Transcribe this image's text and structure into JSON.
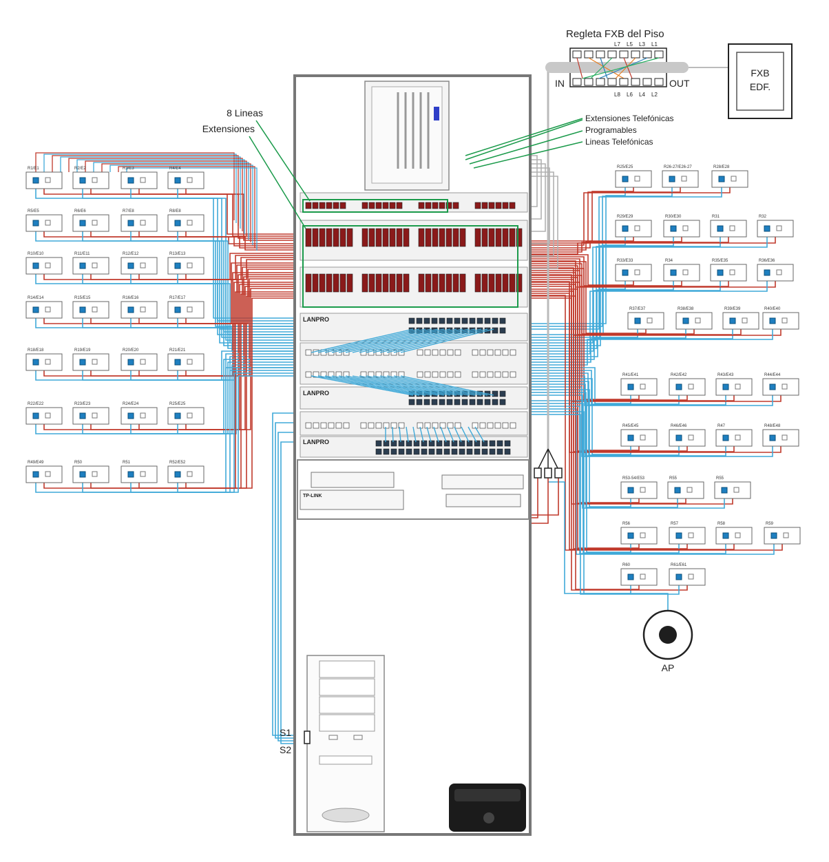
{
  "fxb_strip": {
    "title": "Regleta FXB del Piso",
    "in_label": "IN",
    "out_label": "OUT",
    "top_labels": [
      "L7",
      "L5",
      "L3",
      "L1"
    ],
    "bottom_labels": [
      "L8",
      "L6",
      "L4",
      "L2"
    ]
  },
  "fxb_box": {
    "line1": "FXB",
    "line2": "EDF."
  },
  "annotations": {
    "left_line1": "8 Lineas",
    "left_line2": "Extensiones",
    "right_line1": "Extensiones Telefónicas",
    "right_line2": "Programables",
    "right_line3": "Lineas Telefónicas"
  },
  "brand": "LANPRO",
  "switch_brand": "TP-LINK",
  "server_ports": [
    "S1",
    "S2"
  ],
  "ap_label": "AP",
  "left_outlets": [
    [
      "R1/E1",
      "R2/E2",
      "R3/E3",
      "R4/E4"
    ],
    [
      "R5/E5",
      "R6/E6",
      "R7/E8",
      "R8/E8"
    ],
    [
      "R10/E10",
      "R11/E11",
      "R12/E12",
      "R13/E13"
    ],
    [
      "R14/E14",
      "R15/E15",
      "R16/E16",
      "R17/E17"
    ],
    [
      "R18/E18",
      "R19/E19",
      "R20/E20",
      "R21/E21"
    ],
    [
      "R22/E22",
      "R23/E23",
      "R24/E24",
      "R25/E25"
    ],
    [
      "R49/E49",
      "R50",
      "R51",
      "R52/E52"
    ]
  ],
  "right_outlets": [
    [
      "R25/E25",
      "R26-27/E26-27",
      "R28/E28"
    ],
    [
      "R29/E29",
      "R30/E30",
      "R31",
      "R32"
    ],
    [
      "R33/E33",
      "R34",
      "R35/E35",
      "R36/E36"
    ],
    [
      "R37/E37",
      "R38/E38",
      "R39/E39",
      "R40/E40"
    ],
    [
      "R41/E41",
      "R42/E42",
      "R43/E43",
      "R44/E44"
    ],
    [
      "R45/E45",
      "R46/E46",
      "R47",
      "R48/E48"
    ],
    [
      "R53-54/E53",
      "R55",
      "R55"
    ],
    [
      "R56",
      "R57",
      "R58",
      "R59"
    ],
    [
      "R60",
      "R61/E61"
    ]
  ],
  "colors": {
    "red": "#c0392b",
    "blue": "#3fa9d8",
    "green": "#1a9a4a",
    "rack": "#777777"
  }
}
